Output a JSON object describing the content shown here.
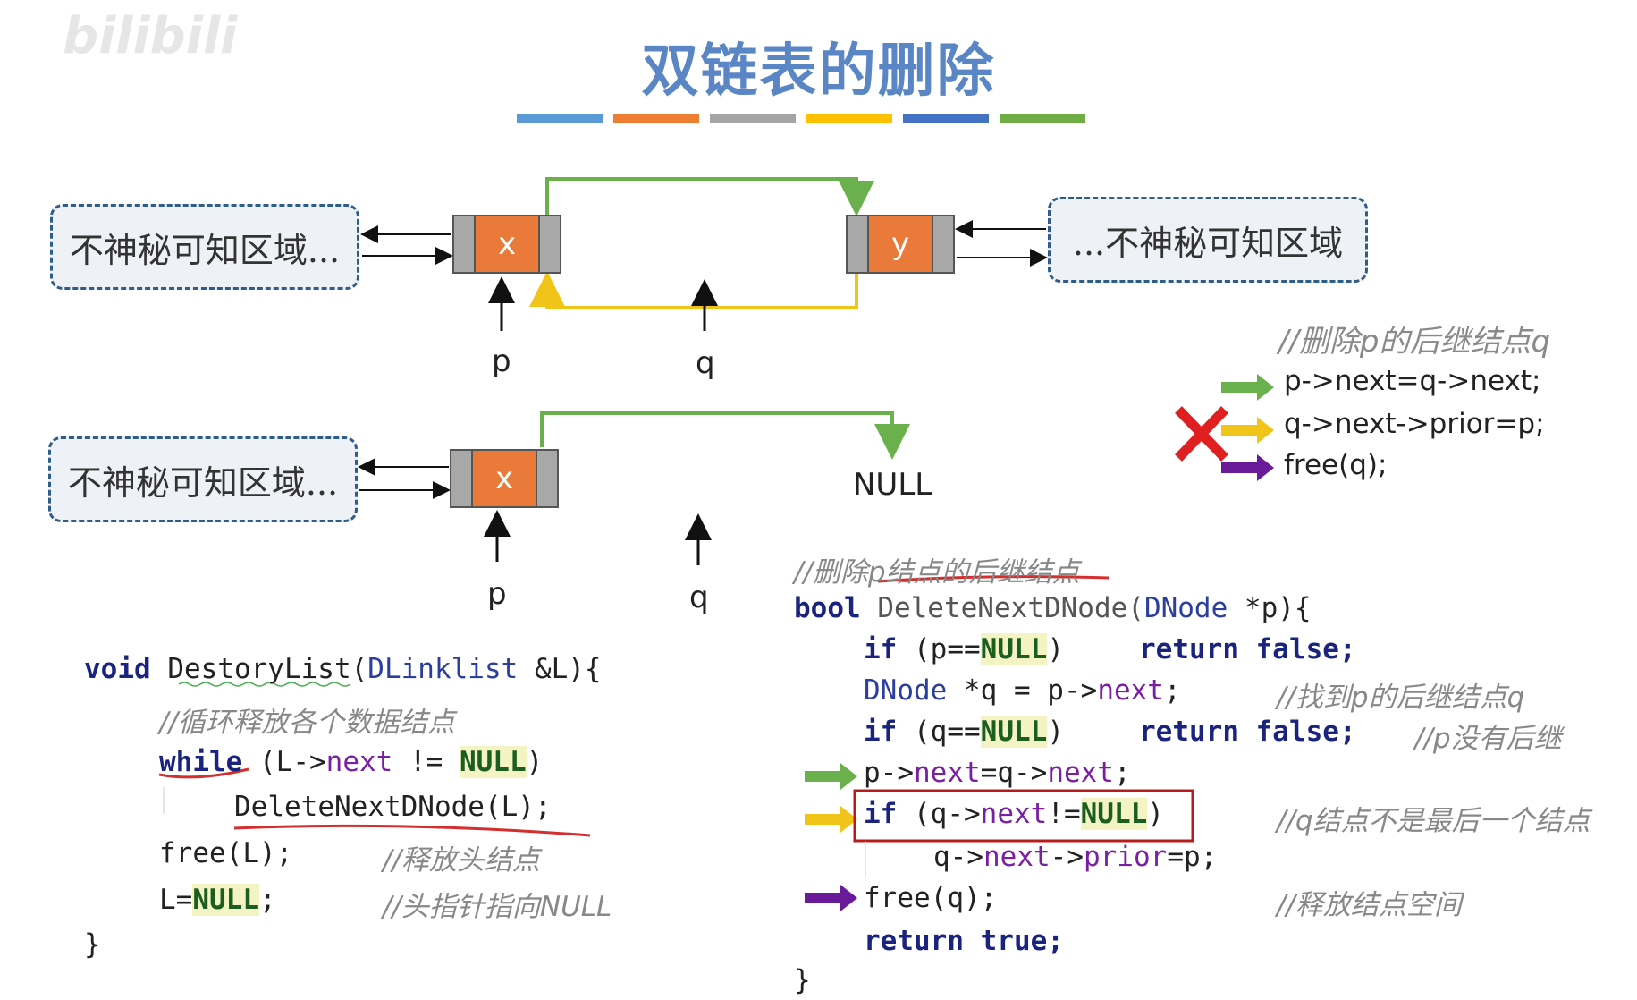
{
  "watermark": "bilibili",
  "title": "双链表的删除",
  "stripes": [
    "#5b9bd5",
    "#ed7d31",
    "#a5a5a5",
    "#ffc000",
    "#4472c4",
    "#70ad47"
  ],
  "diagram_top": {
    "left_region": "不神秘可知区域...",
    "right_region": "...不神秘可知区域",
    "node_x": "x",
    "node_y": "y",
    "pointer_p": "p",
    "pointer_q": "q"
  },
  "diagram_bottom": {
    "left_region": "不神秘可知区域...",
    "node_x": "x",
    "null_label": "NULL",
    "pointer_p": "p",
    "pointer_q": "q"
  },
  "steps": {
    "comment": "//删除p的后继结点q",
    "line1": "p->next=q->next;",
    "line2": "q->next->prior=p;",
    "line3": "free(q);"
  },
  "destroy_code": {
    "sig_kw": "void",
    "sig_name": " DestoryList(",
    "sig_type": "DLinklist",
    "sig_rest": " &L){",
    "comment1": "//循环释放各个数据结点",
    "while_kw": "while",
    "while_a": " (L->",
    "while_next": "next",
    "while_b": " != ",
    "while_null": "NULL",
    "while_c": ")",
    "call": "DeleteNextDNode(L);",
    "free_stmt": "free(L);",
    "free_comment": "//释放头结点",
    "assign_a": "L=",
    "assign_null": "NULL",
    "assign_b": ";",
    "assign_comment": "//头指针指向NULL",
    "close": "}"
  },
  "delete_code": {
    "comment": "//删除p结点的后继结点",
    "sig_kw": "bool",
    "sig_name": " DeleteNextDNode(",
    "sig_type": "DNode",
    "sig_rest": " *p){",
    "l1_if": "if",
    "l1_a": " (p==",
    "l1_null": "NULL",
    "l1_b": ")",
    "l1_ret": "return false;",
    "l2_type": "DNode",
    "l2_rest": " *q = p->",
    "l2_next": "next",
    "l2_end": ";",
    "l2_comment": "//找到p的后继结点q",
    "l3_if": "if",
    "l3_a": " (q==",
    "l3_null": "NULL",
    "l3_b": ")",
    "l3_ret": "return false;",
    "l3_comment": "//p没有后继",
    "l4_a": "p->",
    "l4_next1": "next",
    "l4_b": "=q->",
    "l4_next2": "next",
    "l4_c": ";",
    "l5_if": "if",
    "l5_a": " (q->",
    "l5_next": "next",
    "l5_b": "!=",
    "l5_null": "NULL",
    "l5_c": ")",
    "l5_comment": "//q结点不是最后一个结点",
    "l6_a": "q->",
    "l6_next": "next",
    "l6_b": "->",
    "l6_prior": "prior",
    "l6_c": "=p;",
    "l7": "free(q);",
    "l7_comment": "//释放结点空间",
    "l8": "return true;",
    "close": "}"
  }
}
